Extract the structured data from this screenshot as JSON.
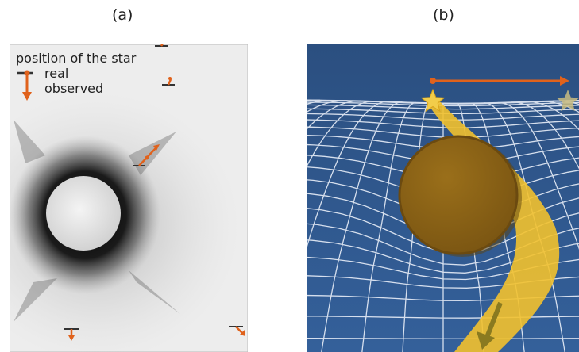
{
  "panels": [
    {
      "label": "(a)"
    },
    {
      "label": "(b)"
    }
  ],
  "legend": {
    "title": "position of the star",
    "real": "real",
    "observed": "observed"
  },
  "colors": {
    "arrow": "#e0621c",
    "sky": "#2f5588",
    "sun": "#8a6316",
    "light_beam": "#f2c12e",
    "grid": "#e8eef8"
  }
}
